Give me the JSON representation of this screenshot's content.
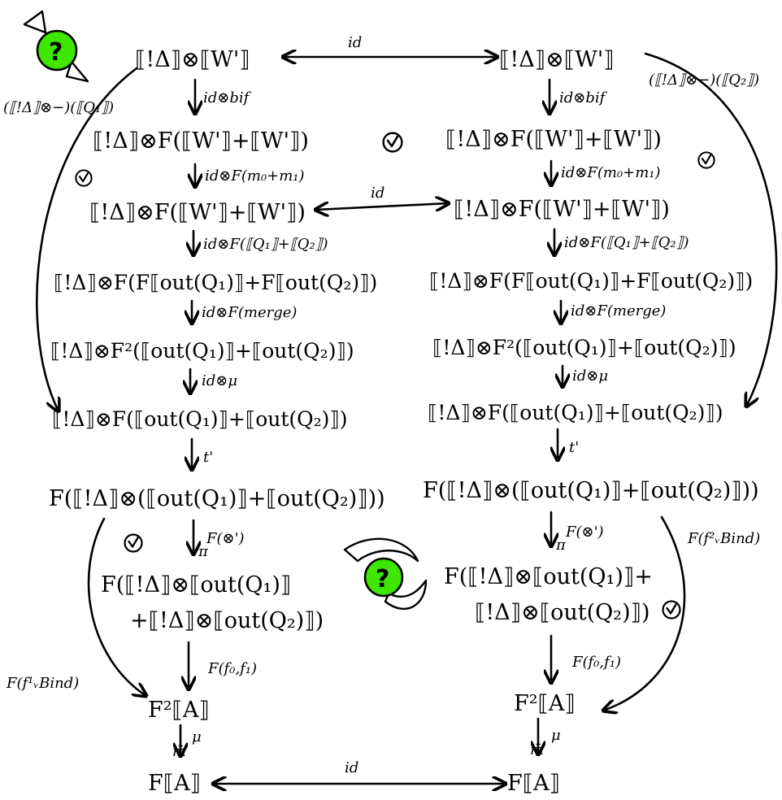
{
  "nodes": {
    "l0": "⟦!Δ⟧⊗⟦W'⟧",
    "r0": "⟦!Δ⟧⊗⟦W'⟧",
    "l1": "⟦!Δ⟧⊗F(⟦W'⟧+⟦W'⟧)",
    "r1": "⟦!Δ⟧⊗F(⟦W'⟧+⟦W'⟧)",
    "l2": "⟦!Δ⟧⊗F(⟦W'⟧+⟦W'⟧)",
    "r2": "⟦!Δ⟧⊗F(⟦W'⟧+⟦W'⟧)",
    "l3": "⟦!Δ⟧⊗F(F⟦out(Q₁)⟧+F⟦out(Q₂)⟧)",
    "r3": "⟦!Δ⟧⊗F(F⟦out(Q₁)⟧+F⟦out(Q₂)⟧)",
    "l4": "⟦!Δ⟧⊗F²(⟦out(Q₁)⟧+⟦out(Q₂)⟧)",
    "r4": "⟦!Δ⟧⊗F²(⟦out(Q₁)⟧+⟦out(Q₂)⟧)",
    "l5": "⟦!Δ⟧⊗F(⟦out(Q₁)⟧+⟦out(Q₂)⟧)",
    "r5": "⟦!Δ⟧⊗F(⟦out(Q₁)⟧+⟦out(Q₂)⟧)",
    "l6": "F(⟦!Δ⟧⊗(⟦out(Q₁)⟧+⟦out(Q₂)⟧))",
    "r6": "F(⟦!Δ⟧⊗(⟦out(Q₁)⟧+⟦out(Q₂)⟧))",
    "l7a": "F(⟦!Δ⟧⊗⟦out(Q₁)⟧",
    "l7b": "+⟦!Δ⟧⊗⟦out(Q₂)⟧)",
    "r7a": "F(⟦!Δ⟧⊗⟦out(Q₁)⟧+",
    "r7b": "⟦!Δ⟧⊗⟦out(Q₂)⟧)",
    "l8": "F²⟦A⟧",
    "r8": "F²⟦A⟧",
    "l9": "F⟦A⟧",
    "r9": "F⟦A⟧"
  },
  "labels": {
    "top_id": "id",
    "mid_id": "id",
    "bottom_id": "id",
    "l_bif": "id⊗bif",
    "r_bif": "id⊗bif",
    "l_m": "id⊗F(m₀+m₁)",
    "r_m": "id⊗F(m₀+m₁)",
    "l_q": "id⊗F(⟦Q₁⟧+⟦Q₂⟧)",
    "r_q": "id⊗F(⟦Q₁⟧+⟦Q₂⟧)",
    "l_merge": "id⊗F(merge)",
    "r_merge": "id⊗F(merge)",
    "l_mu": "id⊗μ",
    "r_mu": "id⊗μ",
    "l_t": "t'",
    "r_t": "t'",
    "l_fd": "F(⊗')",
    "r_fd": "F(⊗')",
    "l_dsub": "π",
    "r_dsub": "π",
    "l_ff": "F(f₀,f₁)",
    "r_ff": "F(f₀,f₁)",
    "l_mu2": "μ",
    "r_mu2": "μ",
    "l_mbar": "m̄",
    "r_mbar": "m̄",
    "outer_left": "(⟦!Δ⟧⊗−)(⟦Q₁⟧)",
    "outer_right": "(⟦!Δ⟧⊗−)(⟦Q₂⟧)",
    "curve_left": "F(f¹ᵥBind)",
    "curve_right": "F(f²ᵥBind)",
    "question": "?"
  },
  "colors": {
    "stroke": "#000000",
    "candy": "#3ee600",
    "background": "#ffffff"
  },
  "icons": {
    "candy_left": "wrapped-candy-icon",
    "candy_right": "half-wrapped-candy-icon",
    "checks": "circled-check-icon"
  }
}
